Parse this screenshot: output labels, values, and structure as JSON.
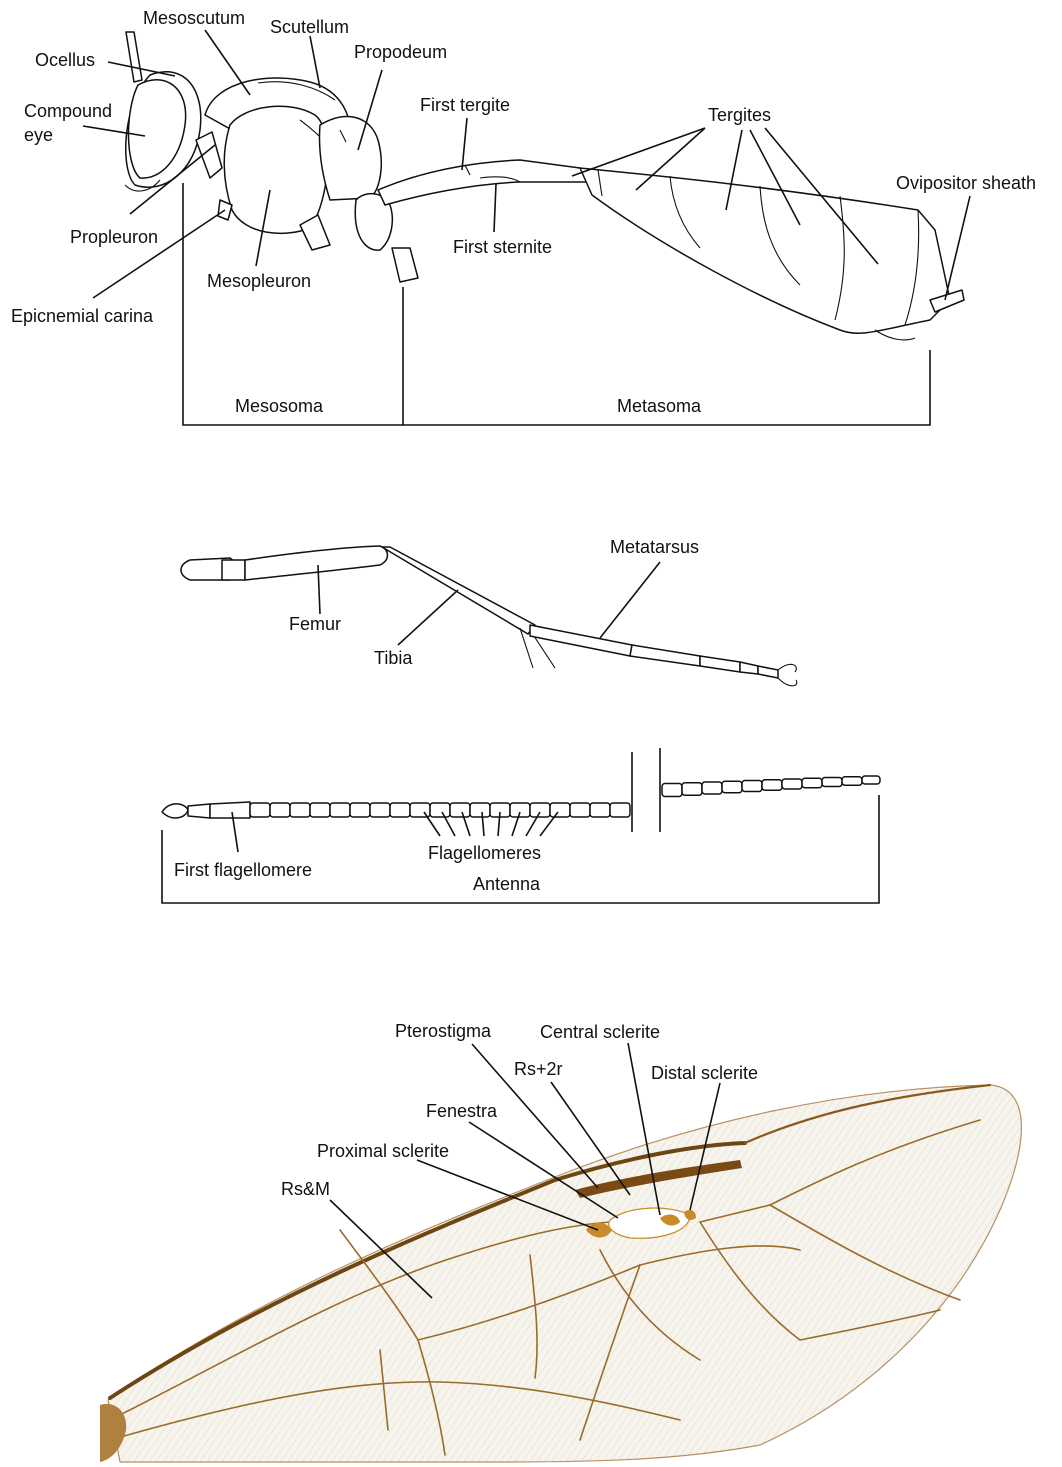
{
  "body_labels": {
    "ocellus": "Ocellus",
    "compound_eye": "Compound eye",
    "mesoscutum": "Mesoscutum",
    "scutellum": "Scutellum",
    "propodeum": "Propodeum",
    "propleuron": "Propleuron",
    "epicnemial_carina": "Epicnemial carina",
    "mesopleuron": "Mesopleuron",
    "first_tergite": "First tergite",
    "first_sternite": "First sternite",
    "tergites": "Tergites",
    "ovipositor_sheath": "Ovipositor sheath",
    "mesosoma": "Mesosoma",
    "metasoma": "Metasoma"
  },
  "leg_labels": {
    "femur": "Femur",
    "tibia": "Tibia",
    "metatarsus": "Metatarsus"
  },
  "antenna_labels": {
    "first_flagellomere": "First flagellomere",
    "flagellomeres": "Flagellomeres",
    "antenna": "Antenna"
  },
  "wing_labels": {
    "pterostigma": "Pterostigma",
    "central_sclerite": "Central sclerite",
    "rs2r": "Rs+2r",
    "distal_sclerite": "Distal sclerite",
    "fenestra": "Fenestra",
    "proximal_sclerite": "Proximal sclerite",
    "rsm": "Rs&M"
  },
  "colors": {
    "line": "#111111",
    "wing_membrane": "#f6f2ea",
    "wing_vein": "#8a5a1c",
    "wing_sclerite": "#c98a2a"
  }
}
